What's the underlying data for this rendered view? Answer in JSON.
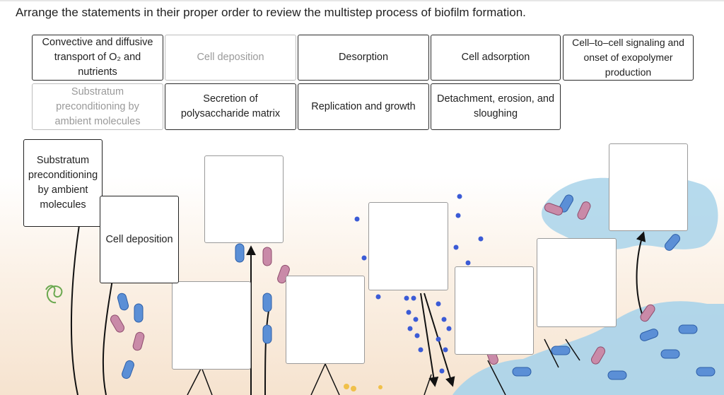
{
  "prompt": "Arrange the statements in their proper order to review the multistep process of biofilm formation.",
  "bank": [
    {
      "label": "Convective and diffusive transport of O₂ and nutrients",
      "used": false
    },
    {
      "label": "Cell deposition",
      "used": true
    },
    {
      "label": "Desorption",
      "used": false
    },
    {
      "label": "Cell adsorption",
      "used": false
    },
    {
      "label": "Cell–to–cell signaling and onset of exopolymer production",
      "used": false
    },
    {
      "label": "Substratum preconditioning by ambient molecules",
      "used": true
    },
    {
      "label": "Secretion of polysaccharide matrix",
      "used": false
    },
    {
      "label": "Replication and growth",
      "used": false
    },
    {
      "label": "Detachment, erosion, and sloughing",
      "used": false
    }
  ],
  "placed": [
    {
      "label": "Substratum preconditioning by ambient molecules"
    },
    {
      "label": "Cell deposition"
    }
  ],
  "colors": {
    "cell_blue": "#5b8fd6",
    "cell_pink": "#c98aa8",
    "biofilm": "#a9d3ea",
    "molecule": "#3b5bd6",
    "surface": "#f7e7d7"
  }
}
